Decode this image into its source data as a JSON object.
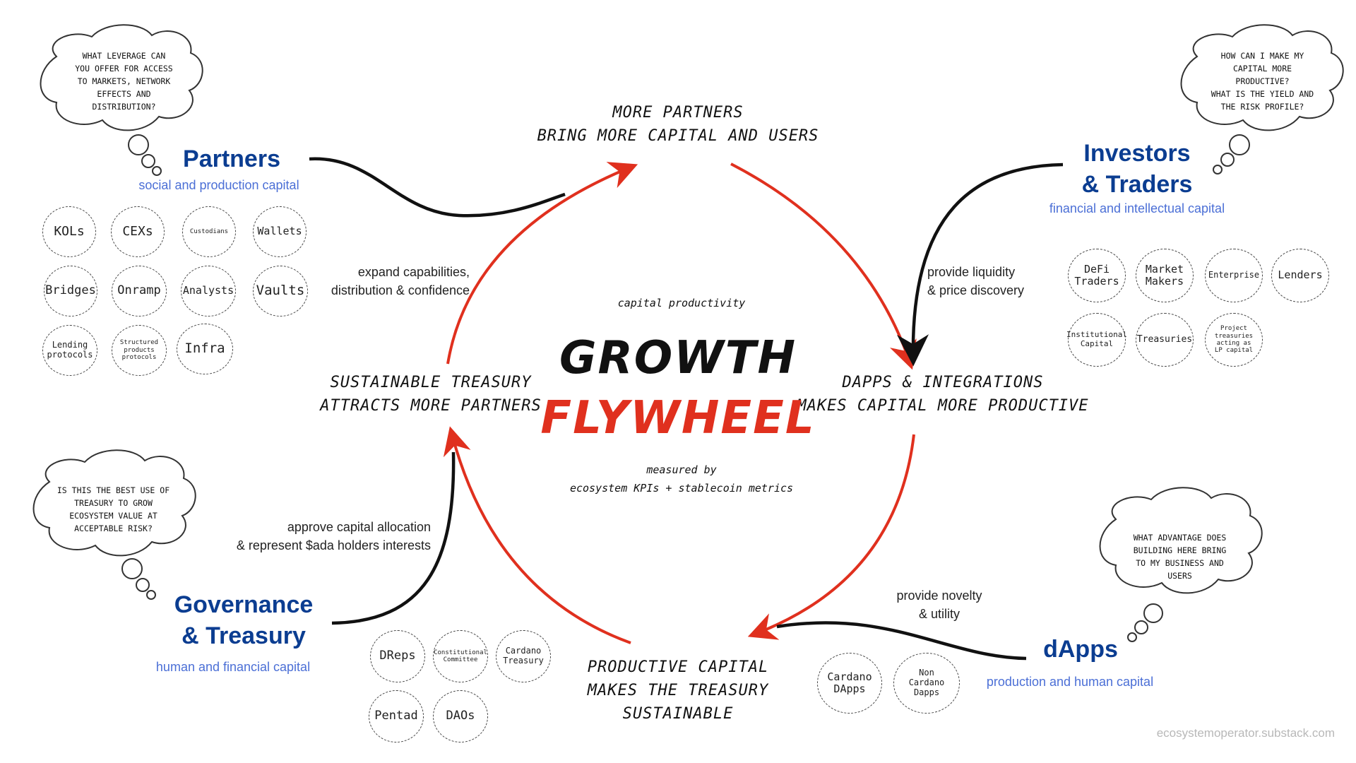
{
  "center": {
    "top_caption": "capital productivity",
    "title_line1": "GROWTH",
    "title_line2": "FLYWHEEL",
    "bottom_caption_line1": "measured by",
    "bottom_caption_line2": "ecosystem KPIs + stablecoin metrics",
    "title_color": "#111111",
    "accent_color": "#e0301e"
  },
  "stages": {
    "top": [
      "MORE PARTNERS",
      "BRING MORE CAPITAL AND USERS"
    ],
    "right": [
      "DAPPS & INTEGRATIONS",
      "MAKES CAPITAL MORE PRODUCTIVE"
    ],
    "bottom": [
      "PRODUCTIVE CAPITAL",
      "MAKES THE TREASURY",
      "SUSTAINABLE"
    ],
    "left": [
      "SUSTAINABLE TREASURY",
      "ATTRACTS MORE PARTNERS"
    ]
  },
  "actors": {
    "partners": {
      "name": "Partners",
      "subtitle": "social and production capital",
      "flow": [
        "expand capabilities,",
        "distribution & confidence"
      ],
      "question": [
        "WHAT LEVERAGE CAN",
        "YOU OFFER FOR ACCESS",
        "TO MARKETS, NETWORK",
        "EFFECTS AND",
        "DISTRIBUTION?"
      ],
      "members": [
        "KOLs",
        "CEXs",
        "Custodians",
        "Wallets",
        "Bridges",
        "Onramp",
        "Analysts",
        "Vaults",
        "Lending protocols",
        "Structured products protocols",
        "Infra"
      ]
    },
    "investors": {
      "name_line1": "Investors",
      "name_line2": "& Traders",
      "subtitle": "financial and intellectual capital",
      "flow": [
        "provide liquidity",
        "& price discovery"
      ],
      "question": [
        "HOW CAN I MAKE MY",
        "CAPITAL MORE",
        "PRODUCTIVE?",
        "WHAT IS THE YIELD AND",
        "THE RISK PROFILE?"
      ],
      "members": [
        "DeFi Traders",
        "Market Makers",
        "Enterprise",
        "Lenders",
        "Institutional Capital",
        "Treasuries",
        "Project treasuries acting as LP capital"
      ]
    },
    "governance": {
      "name_line1": "Governance",
      "name_line2": "& Treasury",
      "subtitle": "human and financial capital",
      "flow": [
        "approve capital allocation",
        "& represent $ada holders interests"
      ],
      "question": [
        "IS THIS THE BEST USE OF",
        "TREASURY TO GROW",
        "ECOSYSTEM VALUE AT",
        "ACCEPTABLE RISK?"
      ],
      "members": [
        "DReps",
        "Constitutional Committee",
        "Cardano Treasury",
        "Pentad",
        "DAOs"
      ]
    },
    "dapps": {
      "name": "dApps",
      "subtitle": "production and human capital",
      "flow": [
        "provide novelty",
        "& utility"
      ],
      "question": [
        "WHAT ADVANTAGE DOES",
        "BUILDING HERE BRING",
        "TO MY BUSINESS AND",
        "USERS"
      ],
      "members": [
        "Cardano DApps",
        "Non Cardano Dapps"
      ]
    }
  },
  "credit": "ecosystemoperator.substack.com",
  "colors": {
    "actor_blue": "#0b3d91",
    "subtitle_blue": "#4b6fd6",
    "cycle_red": "#e0301e",
    "connector_black": "#111111"
  }
}
